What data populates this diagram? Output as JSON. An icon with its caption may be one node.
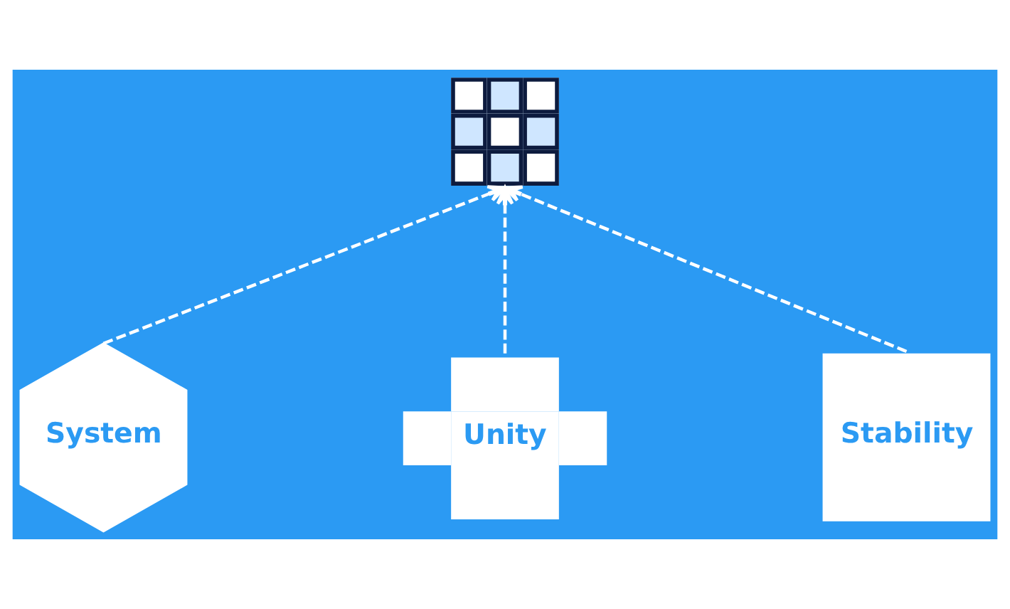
{
  "diagram": {
    "nodes": [
      {
        "text": [],
        "shape": "picture"
      },
      {
        "text": [
          "System"
        ]
      },
      {
        "text": [
          "Unity"
        ]
      },
      {
        "text": [
          "Stability"
        ]
      }
    ],
    "edges": [
      {
        "from": 1,
        "to": 0,
        "arrow": "to",
        "style": "dashed"
      },
      {
        "from": 2,
        "to": 0,
        "arrow": "to",
        "style": "dashed"
      },
      {
        "from": 3,
        "to": 0,
        "arrow": "to",
        "style": "dashed"
      }
    ]
  }
}
